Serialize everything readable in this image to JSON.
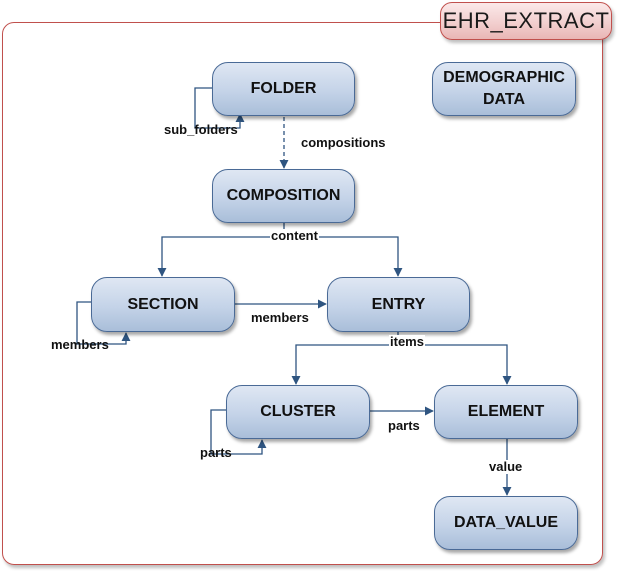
{
  "extract_title": "EHR_EXTRACT",
  "nodes": {
    "folder": "FOLDER",
    "demographic": "DEMOGRAPHIC\nDATA",
    "composition": "COMPOSITION",
    "section": "SECTION",
    "entry": "ENTRY",
    "cluster": "CLUSTER",
    "element": "ELEMENT",
    "data_value": "DATA_VALUE"
  },
  "edge_labels": {
    "sub_folders": "sub_folders",
    "compositions": "compositions",
    "content": "content",
    "section_members_self": "members",
    "section_to_entry_members": "members",
    "items": "items",
    "cluster_parts_self": "parts",
    "cluster_to_element_parts": "parts",
    "value": "value"
  },
  "colors": {
    "node_border": "#4a6a96",
    "connector": "#2f5581",
    "frame_border": "#c0504d"
  }
}
